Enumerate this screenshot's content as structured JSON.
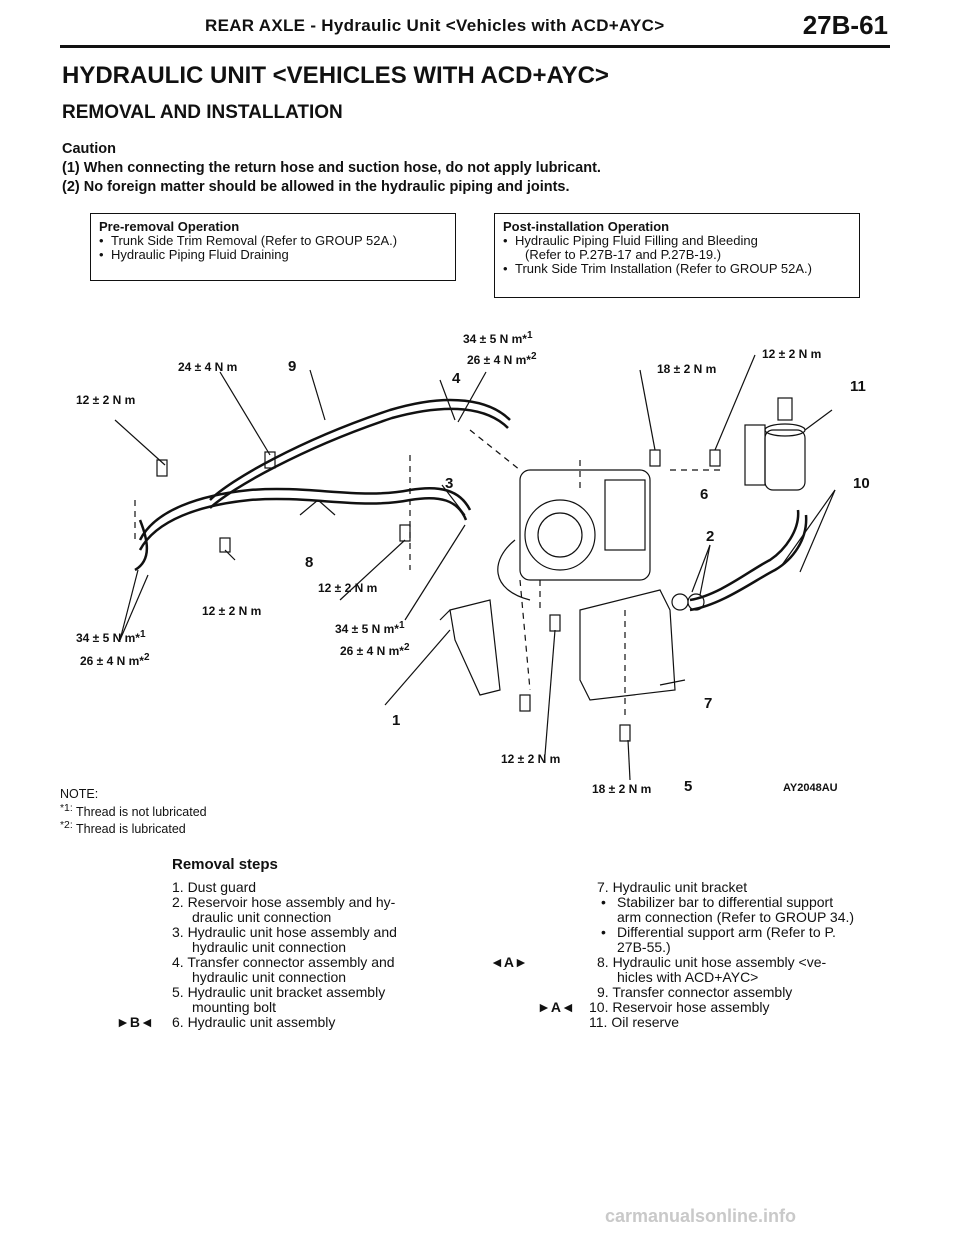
{
  "header": {
    "title": "REAR AXLE - Hydraulic Unit <Vehicles with ACD+AYC>",
    "page": "27B-61"
  },
  "heading": "HYDRAULIC UNIT <VEHICLES WITH ACD+AYC>",
  "subheading": "REMOVAL AND INSTALLATION",
  "caution": {
    "title": "Caution",
    "items": [
      "(1) When connecting the return hose and suction hose, do not apply lubricant.",
      "(2) No foreign matter should be allowed in the hydraulic piping and joints."
    ]
  },
  "pre_removal": {
    "title": "Pre-removal Operation",
    "items": [
      "Trunk Side Trim Removal (Refer to GROUP 52A.)",
      "Hydraulic Piping Fluid Draining"
    ]
  },
  "post_installation": {
    "title": "Post-installation Operation",
    "item1": "Hydraulic Piping Fluid Filling and Bleeding",
    "item1_cont": "(Refer to P.27B-17 and P.27B-19.)",
    "item2": "Trunk Side Trim Installation (Refer to GROUP 52A.)"
  },
  "diagram": {
    "torque_12": "12 ± 2 N m",
    "torque_24": "24 ± 4 N m",
    "torque_18": "18 ± 2 N m",
    "torque_34": "34 ± 5 N m*",
    "torque_26": "26 ± 4 N m*",
    "sup1": "1",
    "sup2": "2",
    "numbers": [
      "1",
      "2",
      "3",
      "4",
      "5",
      "6",
      "7",
      "8",
      "9",
      "10",
      "11"
    ],
    "figure_id": "AY2048AU"
  },
  "note": {
    "title": "NOTE:",
    "n1_mark": "*1:",
    "n1_text": "Thread is not lubricated",
    "n2_mark": "*2:",
    "n2_text": "Thread is lubricated"
  },
  "removal_steps": {
    "title": "Removal steps",
    "left": [
      {
        "line1": "1. Dust guard"
      },
      {
        "line1": "2. Reservoir hose assembly and hy-",
        "line2": "draulic unit connection"
      },
      {
        "line1": "3. Hydraulic unit hose assembly and",
        "line2": "hydraulic unit connection"
      },
      {
        "line1": "4. Transfer connector assembly and",
        "line2": "hydraulic unit connection"
      },
      {
        "line1": "5. Hydraulic unit bracket assembly",
        "line2": "mounting bolt"
      },
      {
        "line1": "6. Hydraulic unit assembly",
        "mark": "►B◄"
      }
    ],
    "right": {
      "s7": "7. Hydraulic unit bracket",
      "b1a": "Stabilizer bar to differential support",
      "b1b": "arm connection (Refer to GROUP 34.)",
      "b2a": "Differential support arm (Refer to P.",
      "b2b": "27B-55.)",
      "s8a": "8. Hydraulic unit hose assembly <ve-",
      "s8b": "hicles with ACD+AYC>",
      "s8mark": "◄A►",
      "s9": "9. Transfer connector assembly",
      "s10": "10. Reservoir hose assembly",
      "s10mark": "►A◄",
      "s11": "11. Oil reserve"
    }
  },
  "footer": "carmanualsonline.info"
}
